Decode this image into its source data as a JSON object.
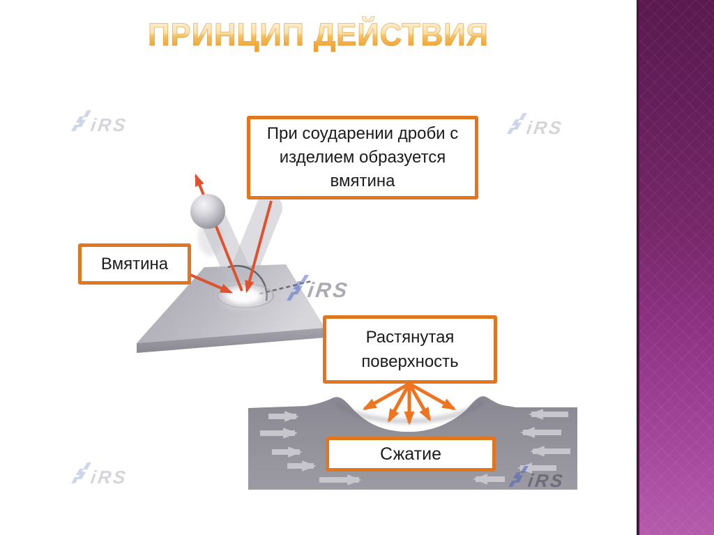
{
  "slide": {
    "title": "ПРИНЦИП ДЕЙСТВИЯ"
  },
  "labels": {
    "impact_note": "При соударении дроби с изделием образуется вмятина",
    "dent": "Вмятина",
    "stretched_surface": "Растянутая поверхность",
    "compression": "Сжатие"
  },
  "watermark": {
    "text": "iRS"
  },
  "colors": {
    "accent_orange": "#e2761e",
    "arrow_red_orange": "#dd5330",
    "fan_arrow_orange": "#ed7420",
    "title_gold": "#efa52f",
    "sidebar_purple_top": "#5a1a4f",
    "sidebar_purple_bottom": "#b55bac"
  }
}
